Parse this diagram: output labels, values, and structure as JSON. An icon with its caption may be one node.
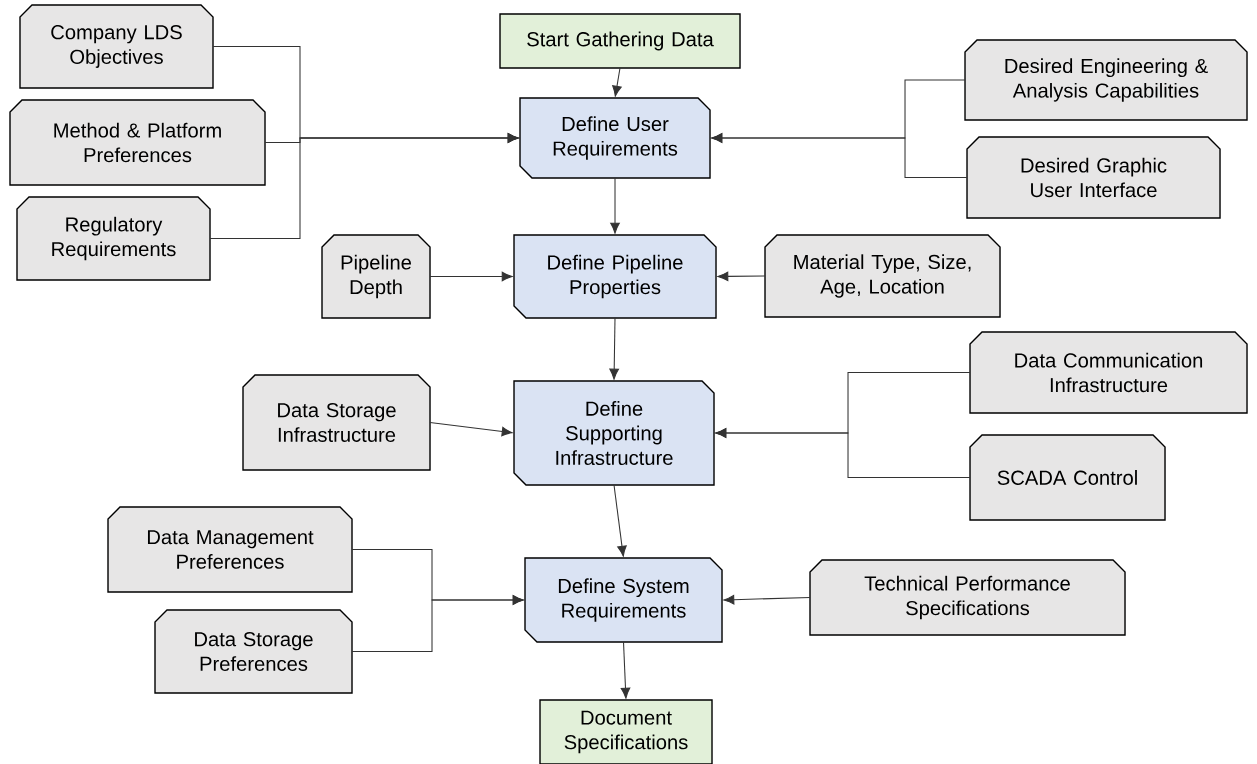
{
  "diagram": {
    "nodes": [
      {
        "text": [
          "Company LDS Objectives"
        ]
      },
      {
        "text": [
          "Start Gathering Data"
        ]
      },
      {
        "text": [
          "Desired Engineering & Analysis Capabilities"
        ]
      },
      {
        "text": [
          "Method & Platform Preferences"
        ]
      },
      {
        "text": [
          "Define User Requirements"
        ]
      },
      {
        "text": [
          "Desired Graphic User Interface"
        ]
      },
      {
        "text": [
          "Regulatory Requirements"
        ]
      },
      {
        "text": [
          "Pipeline Depth"
        ]
      },
      {
        "text": [
          "Define Pipeline Properties"
        ]
      },
      {
        "text": [
          "Material Type, Size, Age, Location"
        ]
      },
      {
        "text": [
          "Data Storage Infrastructure"
        ]
      },
      {
        "text": [
          "Define Supporting Infrastructure"
        ]
      },
      {
        "text": [
          "Data Communication Infrastructure"
        ]
      },
      {
        "text": [
          "SCADA Control"
        ]
      },
      {
        "text": [
          "Data Management Preferences"
        ]
      },
      {
        "text": [
          "Define System Requirements"
        ]
      },
      {
        "text": [
          "Technical Performance Specifications"
        ]
      },
      {
        "text": [
          "Data Storage Preferences"
        ]
      },
      {
        "text": [
          "Document Specifications"
        ]
      }
    ],
    "edges": [
      {
        "from": 0,
        "to": 4,
        "arrow": "to"
      },
      {
        "from": 3,
        "to": 4,
        "arrow": "to"
      },
      {
        "from": 6,
        "to": 4,
        "arrow": "to"
      },
      {
        "from": 1,
        "to": 4,
        "arrow": "to"
      },
      {
        "from": 2,
        "to": 4,
        "arrow": "to"
      },
      {
        "from": 5,
        "to": 4,
        "arrow": "to"
      },
      {
        "from": 4,
        "to": 8,
        "arrow": "to"
      },
      {
        "from": 7,
        "to": 8,
        "arrow": "to"
      },
      {
        "from": 9,
        "to": 8,
        "arrow": "to"
      },
      {
        "from": 8,
        "to": 11,
        "arrow": "to"
      },
      {
        "from": 10,
        "to": 11,
        "arrow": "to"
      },
      {
        "from": 12,
        "to": 11,
        "arrow": "to"
      },
      {
        "from": 13,
        "to": 11,
        "arrow": "to"
      },
      {
        "from": 11,
        "to": 15,
        "arrow": "to"
      },
      {
        "from": 14,
        "to": 15,
        "arrow": "to"
      },
      {
        "from": 17,
        "to": 15,
        "arrow": "to"
      },
      {
        "from": 16,
        "to": 15,
        "arrow": "to"
      },
      {
        "from": 15,
        "to": 18,
        "arrow": "to"
      }
    ]
  }
}
